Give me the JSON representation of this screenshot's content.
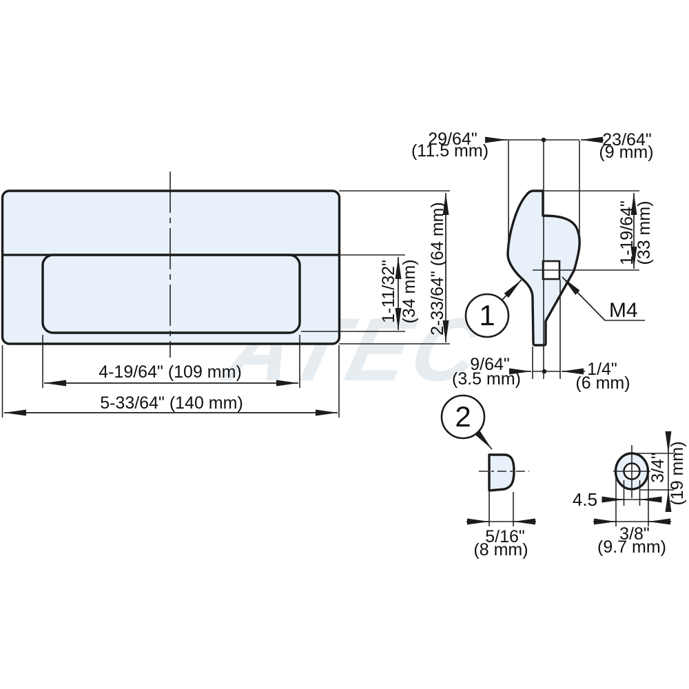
{
  "drawing": {
    "watermark": "ATEC",
    "front_view": {
      "recess_width": "4-19/64\" (109 mm)",
      "overall_width": "5-33/64\" (140 mm)",
      "recess_height_in": "1-11/32\"",
      "recess_height_mm": "(34 mm)",
      "overall_height": "2-33/64\" (64 mm)"
    },
    "side_view": {
      "front_offset_in": "29/64\"",
      "front_offset_mm": "(11.5 mm)",
      "back_offset_in": "23/64\"",
      "back_offset_mm": "(9 mm)",
      "height_in": "1-19/64\"",
      "height_mm": "(33 mm)",
      "callout": "1",
      "thread": "M4",
      "lip_in": "9/64\"",
      "lip_mm": "(3.5 mm)",
      "depth_in": "1/4\"",
      "depth_mm": "(6 mm)"
    },
    "detail_view": {
      "callout": "2",
      "width_in": "5/16\"",
      "width_mm": "(8 mm)"
    },
    "end_view": {
      "hole_dia": "4.5",
      "height_in": "3/4\"",
      "height_mm": "(19 mm)",
      "width_in": "3/8\"",
      "width_mm": "(9.7 mm)"
    }
  }
}
